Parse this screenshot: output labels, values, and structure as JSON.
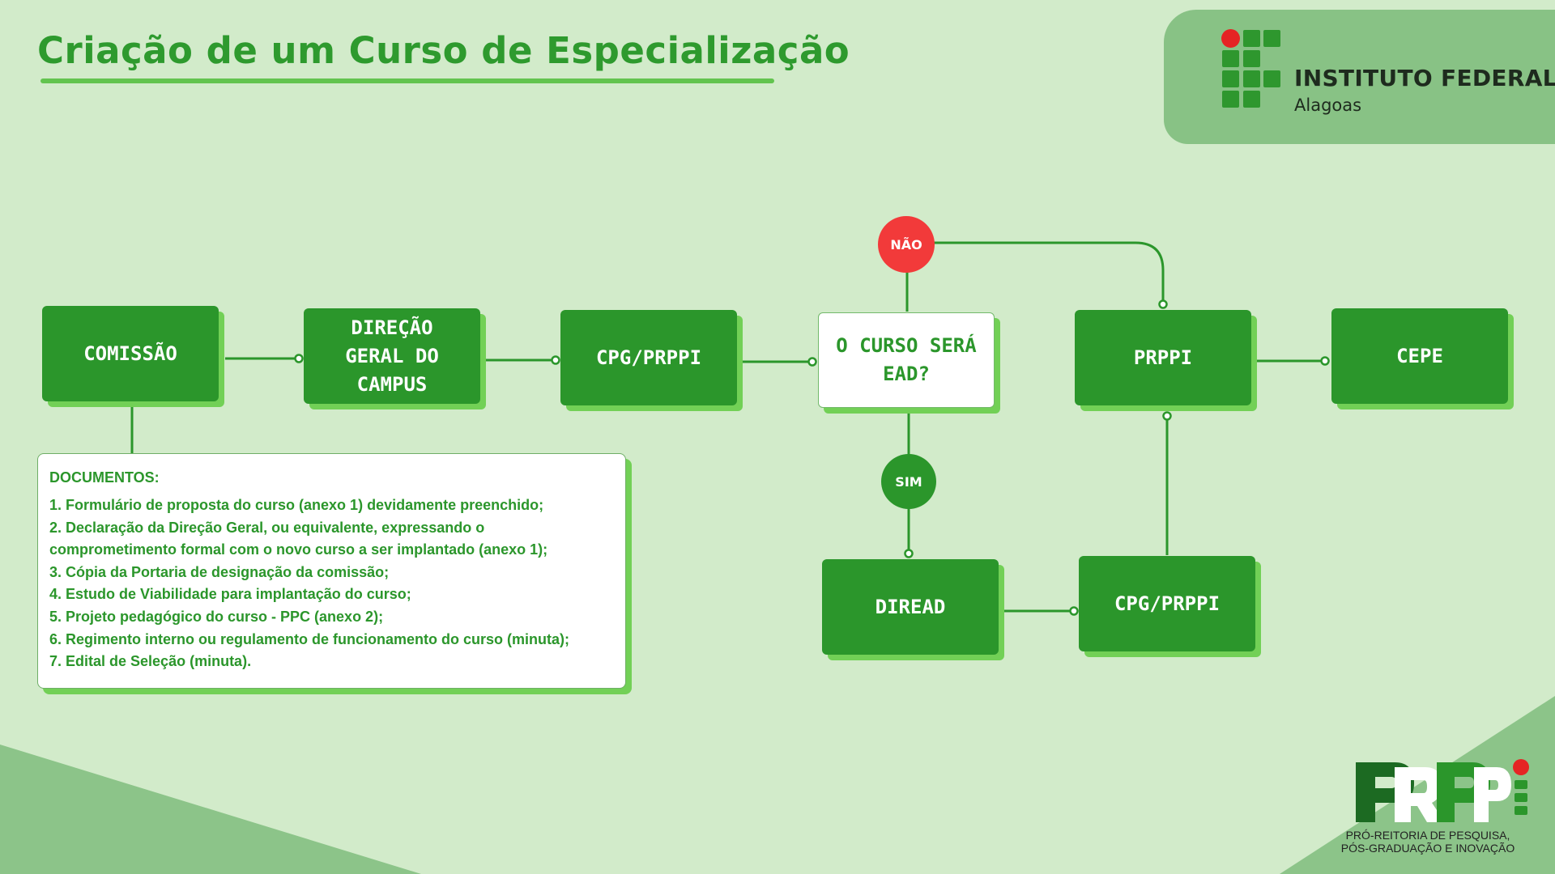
{
  "title": "Criação de um Curso de Especialização",
  "institute": {
    "name": "INSTITUTO FEDERAL",
    "campus": "Alagoas"
  },
  "nodes": {
    "comissao": "COMISSÃO",
    "direcao": "DIREÇÃO\nGERAL DO\nCAMPUS",
    "cpg1": "CPG/PRPPI",
    "decision": "O CURSO SERÁ\nEAD?",
    "prppi": "PRPPI",
    "cepe": "CEPE",
    "diread": "DIREAD",
    "cpg2": "CPG/PRPPI"
  },
  "badges": {
    "nao": "NÃO",
    "sim": "SIM"
  },
  "documents": {
    "title": "DOCUMENTOS:",
    "items": [
      "1. Formulário de proposta do curso (anexo 1) devidamente preenchido;",
      "2. Declaração da Direção Geral, ou equivalente, expressando o",
      "comprometimento formal com o novo curso a ser implantado (anexo 1);",
      "3. Cópia da Portaria de designação da comissão;",
      "4. Estudo de Viabilidade para implantação do curso;",
      "5. Projeto pedagógico do curso - PPC (anexo 2);",
      "6. Regimento interno ou regulamento de funcionamento do curso (minuta);",
      "7. Edital de Seleção (minuta)."
    ]
  },
  "footer_logo": {
    "tagline_1": "PRÓ-REITORIA DE PESQUISA,",
    "tagline_2": "PÓS-GRADUAÇÃO E INOVAÇÃO"
  },
  "colors": {
    "background": "#d2ebca",
    "node_green": "#2b962b",
    "node_shadow": "#72d056",
    "no_red": "#f23a3a",
    "accent_dark_green": "#1c6a22"
  }
}
